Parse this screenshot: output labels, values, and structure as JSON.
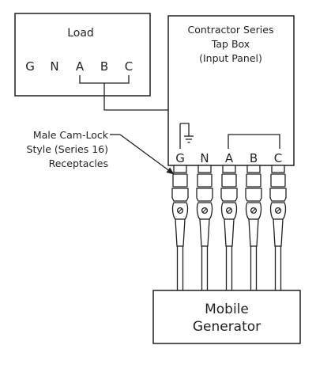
{
  "load": {
    "title": "Load",
    "terminals": [
      "G",
      "N",
      "A",
      "B",
      "C"
    ]
  },
  "tap_box": {
    "title_lines": [
      "Contractor Series",
      "Tap Box",
      "(Input Panel)"
    ],
    "terminals": [
      "G",
      "N",
      "A",
      "B",
      "C"
    ]
  },
  "callout": {
    "lines": [
      "Male Cam-Lock",
      "Style (Series 16)",
      "Receptacles"
    ]
  },
  "generator": {
    "lines": [
      "Mobile",
      "Generator"
    ]
  },
  "icons": {
    "ground": "ground-symbol-icon",
    "lock": "lock-icon"
  }
}
